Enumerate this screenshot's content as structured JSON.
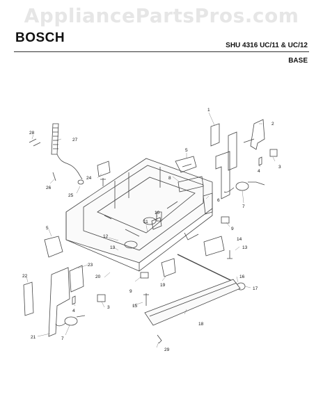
{
  "watermark": "AppliancePartsPros.com",
  "brand": "BOSCH",
  "model": "SHU 4316 UC/11 & UC/12",
  "section": "BASE",
  "callouts": [
    "1",
    "2",
    "3",
    "4",
    "5",
    "6",
    "7",
    "8",
    "9",
    "10",
    "11",
    "12",
    "13",
    "14",
    "15",
    "16",
    "17",
    "18",
    "19",
    "20",
    "21",
    "22",
    "23",
    "24",
    "25",
    "26",
    "27",
    "28",
    "29"
  ]
}
